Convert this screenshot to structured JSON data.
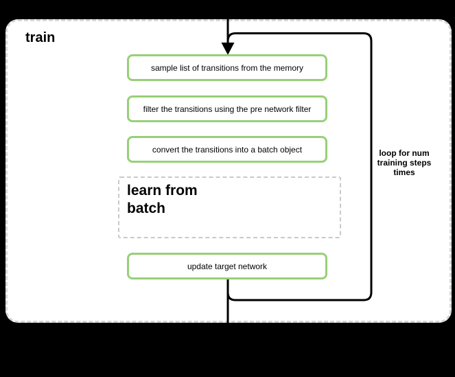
{
  "diagram": {
    "title": "train",
    "steps": [
      {
        "label": "sample list of transitions from the memory"
      },
      {
        "label": "filter the transitions using the pre network filter"
      },
      {
        "label": "convert the transitions into a batch object"
      },
      {
        "label": "update target network"
      }
    ],
    "subprocess": {
      "label": "learn from\nbatch"
    },
    "loop_annotation": "loop for num\ntraining steps\ntimes",
    "colors": {
      "step_border": "#97d077",
      "flow_line": "#000000",
      "frame_border": "#d6d6d6",
      "subprocess_border": "#c9c9c9",
      "frame_background": "#ffffff",
      "canvas_background": "#000000",
      "text": "#000000"
    }
  }
}
